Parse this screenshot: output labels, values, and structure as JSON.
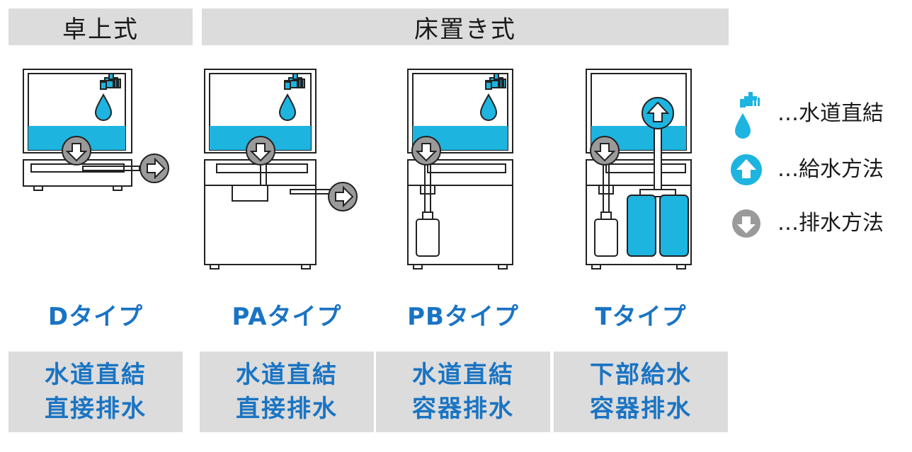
{
  "headers": {
    "desktop": "卓上式",
    "floor": "床置き式"
  },
  "types": [
    {
      "id": "d",
      "label": "Dタイプ",
      "line1": "水道直結",
      "line2": "直接排水"
    },
    {
      "id": "pa",
      "label": "PAタイプ",
      "line1": "水道直結",
      "line2": "直接排水"
    },
    {
      "id": "pb",
      "label": "PBタイプ",
      "line1": "水道直結",
      "line2": "容器排水"
    },
    {
      "id": "t",
      "label": "Tタイプ",
      "line1": "下部給水",
      "line2": "容器排水"
    }
  ],
  "legend": [
    {
      "icon": "faucet-drop-icon",
      "text": "…水道直結"
    },
    {
      "icon": "up-arrow-icon",
      "text": "…給水方法"
    },
    {
      "icon": "down-arrow-icon",
      "text": "…排水方法"
    }
  ],
  "colors": {
    "water": "#1db4e0",
    "arrow_gray": "#9a9a9a",
    "label_blue": "#1a74c3",
    "band_gray": "#dcdcdc",
    "outline": "#222222"
  }
}
